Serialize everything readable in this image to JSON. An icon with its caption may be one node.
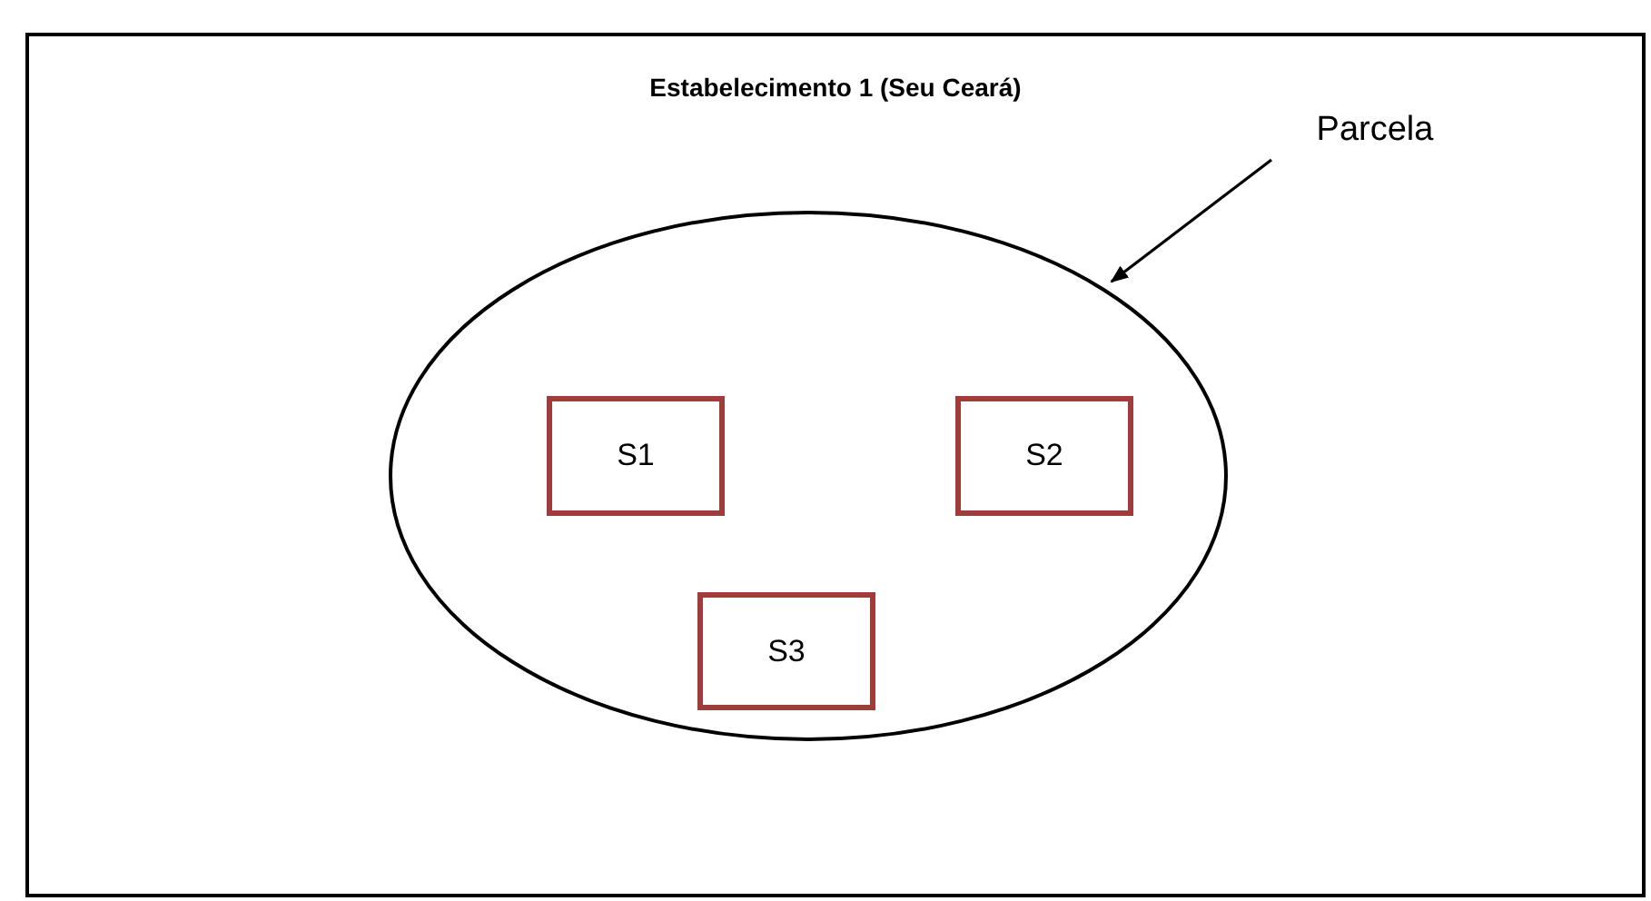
{
  "diagram": {
    "nodes": [
      {
        "text": [
          "Estabelecimento 1 (Seu Ceará)"
        ]
      },
      {
        "text": [
          "Parcela"
        ],
        "in": 0
      },
      {
        "text": [],
        "shape": "circle",
        "in": 0
      },
      {
        "text": [
          "S1"
        ],
        "in": 2
      },
      {
        "text": [
          "S2"
        ],
        "in": 2
      },
      {
        "text": [
          "S3"
        ],
        "in": 2
      }
    ],
    "edges": [
      {
        "from": 1,
        "to": 2,
        "arrow": "to"
      }
    ]
  }
}
